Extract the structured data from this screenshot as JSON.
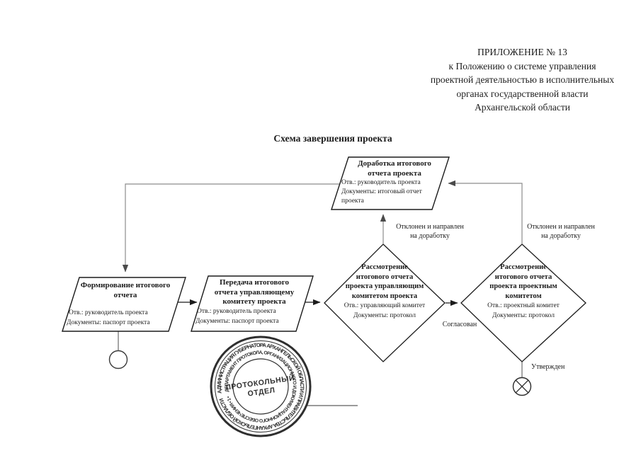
{
  "header": {
    "lines": [
      "ПРИЛОЖЕНИЕ № 13",
      "к Положению о системе управления",
      "проектной деятельностью в исполнительных",
      "органах государственной власти",
      "Архангельской области"
    ]
  },
  "title": "Схема завершения проекта",
  "nodes": {
    "rework": {
      "title": "Доработка итогового\nотчета проекта",
      "resp": "Отв.: руководитель проекта",
      "docs": "Документы: итоговый отчет\nпроекта"
    },
    "form": {
      "title": "Формирование итогового\nотчета",
      "resp": "Отв.: руководитель проекта",
      "docs": "Документы: паспорт проекта"
    },
    "transfer": {
      "title": "Передача итогового\nотчета управляющему\nкомитету проекта",
      "resp": "Отв.: руководитель проекта",
      "docs": "Документы: паспорт проекта"
    },
    "review_steering": {
      "title": "Рассмотрение\nитогового отчета\nпроекта управляющим\nкомитетом проекта",
      "resp": "Отв.: управляющий комитет",
      "docs": "Документы: протокол"
    },
    "review_project": {
      "title": "Рассмотрение\nитогового отчета\nпроекта проектным\nкомитетом",
      "resp": "Отв.: проектный комитет",
      "docs": "Документы: протокол"
    }
  },
  "edge_labels": {
    "rejected_steering": "Отклонен и направлен\nна доработку",
    "rejected_project": "Отклонен и направлен\nна доработку",
    "agreed": "Согласован",
    "approved": "Утвержден"
  },
  "stamp": {
    "outer_ring": "АДМИНИСТРАЦИЯ ГУБЕРНАТОРА АРХАНГЕЛЬСКОЙ ОБЛАСТИ И ПРАВИТЕЛЬСТВА АРХАНГЕЛЬСКОЙ ОБЛАСТИ ",
    "inner_ring": "ДЕПАРТАМЕНТ ПРОТОКОЛА, ОРГАНИЗАЦИОННОГО И ДОКУМЕНТАЦИОННОГО ОБЕСПЕЧЕНИЯ • 1 • ",
    "center_line1": "ПРОТОКОЛЬНЫЙ",
    "center_line2": "ОТДЕЛ"
  },
  "colors": {
    "ink": "#1c1c1c",
    "connector_gray": "#8c8c8c",
    "stamp_ink": "#2f2f2f"
  }
}
